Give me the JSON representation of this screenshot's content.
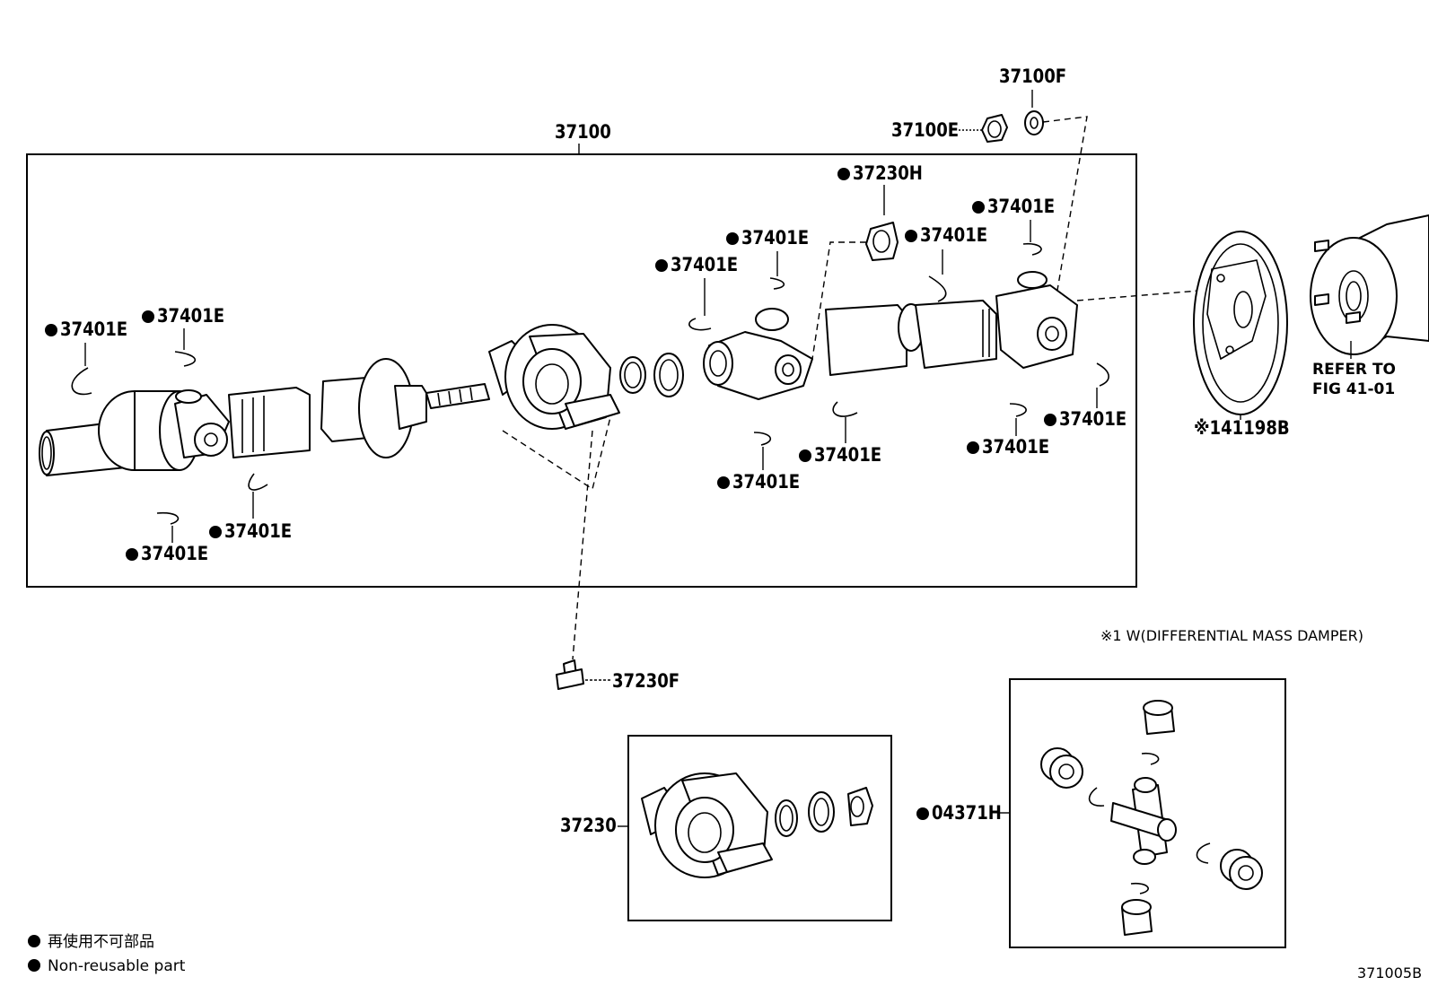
{
  "labels": {
    "assembly": "37100",
    "top_f": "37100F",
    "top_e": "37100E",
    "bearing_h": "37230H",
    "snap_ring": "37401E",
    "bolt": "37230F",
    "center_bearing": "37230",
    "spider": "04371H",
    "damper_ref": "※141198B",
    "refer_line1": "REFER TO",
    "refer_line2": "FIG 41-01"
  },
  "note_mass_damper": "※1 W(DIFFERENTIAL MASS DAMPER)",
  "legend": {
    "jp": "再使用不可部品",
    "en": "Non-reusable part"
  },
  "figure_id": "371005B"
}
